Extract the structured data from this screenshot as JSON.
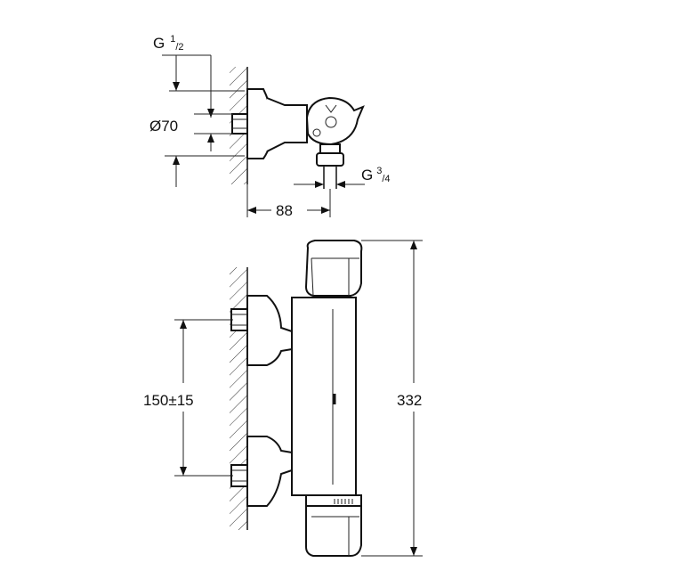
{
  "top_view": {
    "inlet_thread_base": "G",
    "inlet_thread_num": "1",
    "inlet_thread_den": "/2",
    "wall_diameter": "Ø70",
    "outlet_thread_base": "G",
    "outlet_thread_num": "3",
    "outlet_thread_den": "/4",
    "projection": "88"
  },
  "front_view": {
    "inlet_spacing": "150±15",
    "overall_height": "332"
  }
}
